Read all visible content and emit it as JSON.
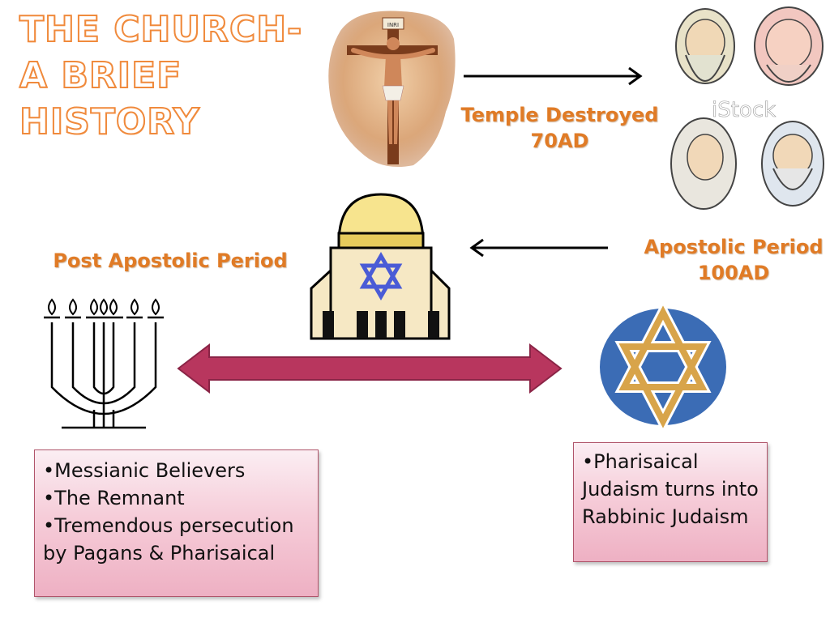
{
  "slide": {
    "title_lines": [
      "THE CHURCH-",
      "A BRIEF",
      "HISTORY"
    ],
    "labels": {
      "temple_destroyed": [
        "Temple Destroyed",
        "70AD"
      ],
      "apostolic_period": [
        "Apostolic Period",
        "100AD"
      ],
      "post_apostolic_period": "Post Apostolic Period"
    },
    "images": {
      "crucifix": {
        "sign_text": "INRI"
      },
      "rabbis": {
        "watermark": "iStock"
      }
    },
    "left_box": {
      "items": [
        "•Messianic Believers",
        "•The Remnant",
        "•Tremendous persecution by Pagans & Pharisaical"
      ]
    },
    "right_box": {
      "items": [
        "•Pharisaical Judaism turns into Rabbinic Judaism"
      ]
    },
    "colors": {
      "title_outline": "#f08a3c",
      "label_orange": "#e07b26",
      "double_arrow": "#b8365e",
      "box_fill": "#f6cdd9",
      "star_blue": "#3b6cb5",
      "star_gold": "#d8a44a",
      "synagogue_star": "#4a5bd6"
    },
    "icons": [
      "crucifix-icon",
      "rabbis-illustration",
      "synagogue-icon",
      "menorah-icon",
      "star-of-david-icon"
    ]
  }
}
